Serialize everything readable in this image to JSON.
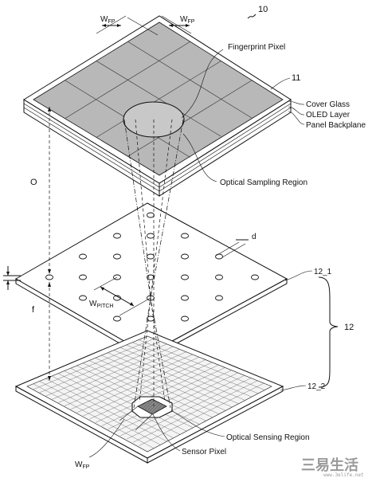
{
  "figure": {
    "ref_main": "10",
    "wfp_prefix": "W",
    "wfp_sub": "FP",
    "fingerprint_pixel": "Fingerprint Pixel",
    "ref_top": "11",
    "cover_glass": "Cover Glass",
    "oled_layer": "OLED Layer",
    "panel_backplane": "Panel Backplane",
    "optical_sampling_region": "Optical Sampling Region",
    "o_label": "O",
    "d_label": "d",
    "ref_mask": "12_1",
    "wpitch_prefix": "W",
    "wpitch_sub": "PITCH",
    "f_label": "f",
    "ref_group": "12",
    "ref_sensor": "12_2",
    "optical_sensing_region": "Optical Sensing Region",
    "sensor_pixel": "Sensor Pixel",
    "watermark": "三易生活",
    "watermark_small": "www.3elife.net"
  }
}
